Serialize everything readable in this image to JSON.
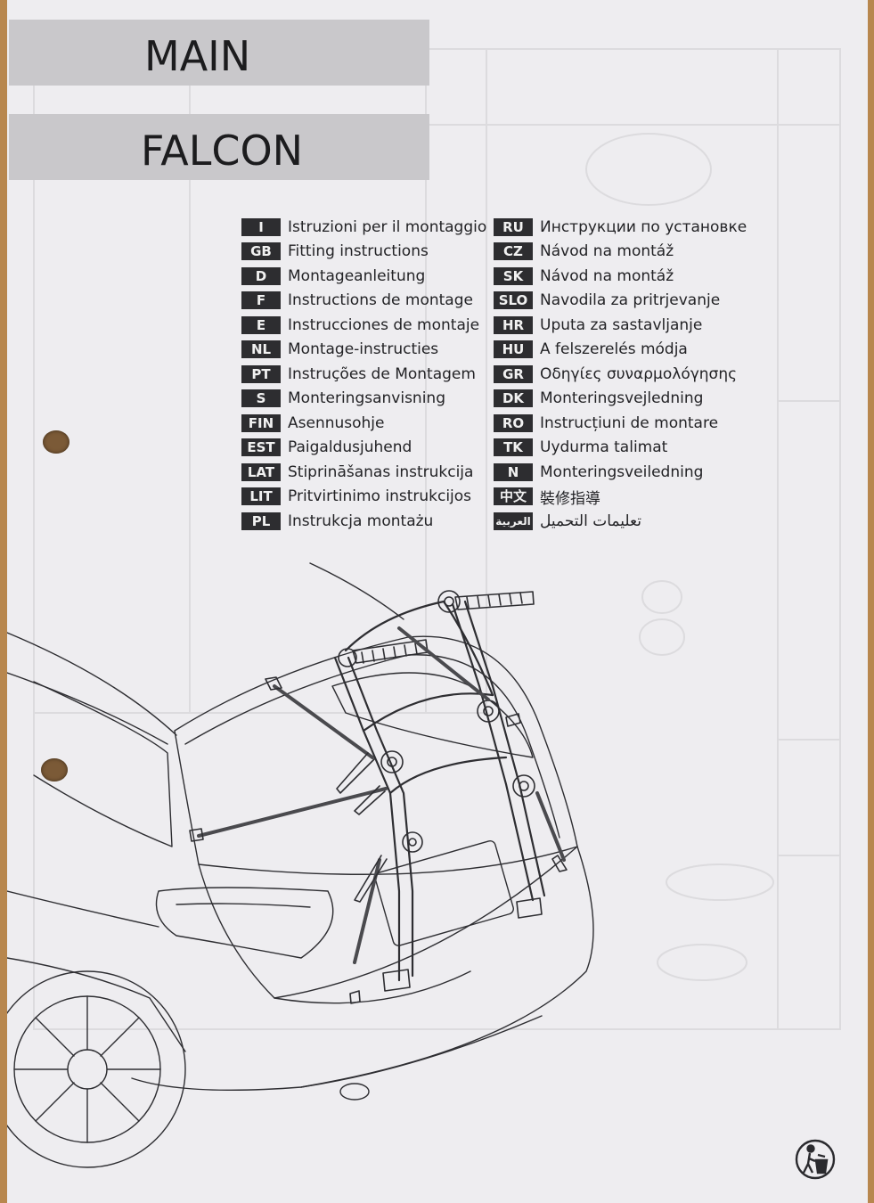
{
  "title": {
    "line1": "MAIN",
    "line2": "FALCON"
  },
  "languages_left": [
    {
      "code": "I",
      "label": "Istruzioni per il montaggio"
    },
    {
      "code": "GB",
      "label": "Fitting instructions"
    },
    {
      "code": "D",
      "label": "Montageanleitung"
    },
    {
      "code": "F",
      "label": "Instructions de montage"
    },
    {
      "code": "E",
      "label": "Instrucciones de montaje"
    },
    {
      "code": "NL",
      "label": "Montage-instructies"
    },
    {
      "code": "PT",
      "label": "Instruções de Montagem"
    },
    {
      "code": "S",
      "label": "Monteringsanvisning"
    },
    {
      "code": "FIN",
      "label": "Asennusohje"
    },
    {
      "code": "EST",
      "label": "Paigaldusjuhend"
    },
    {
      "code": "LAT",
      "label": "Stiprināšanas instrukcija"
    },
    {
      "code": "LIT",
      "label": "Pritvirtinimo instrukcijos"
    },
    {
      "code": "PL",
      "label": "Instrukcja montażu"
    }
  ],
  "languages_right": [
    {
      "code": "RU",
      "label": "Инструкции по установке"
    },
    {
      "code": "CZ",
      "label": "Návod na montáž"
    },
    {
      "code": "SK",
      "label": "Návod na montáž"
    },
    {
      "code": "SLO",
      "label": "Navodila za pritrjevanje"
    },
    {
      "code": "HR",
      "label": "Uputa za sastavljanje"
    },
    {
      "code": "HU",
      "label": "A felszerelés módja"
    },
    {
      "code": "GR",
      "label": "Οδηγίες συναρμολόγησης"
    },
    {
      "code": "DK",
      "label": "Monteringsvejledning"
    },
    {
      "code": "RO",
      "label": "Instrucțiuni de montare"
    },
    {
      "code": "TK",
      "label": "Uydurma talimat"
    },
    {
      "code": "N",
      "label": "Monteringsveiledning"
    },
    {
      "code": "中文",
      "label": "裝修指導"
    },
    {
      "code": "العربية",
      "label": "تعليمات التحميل"
    }
  ],
  "illustration": {
    "icon": "car-with-bike-rack-icon"
  },
  "footer": {
    "icon": "recycle-bin-icon"
  }
}
